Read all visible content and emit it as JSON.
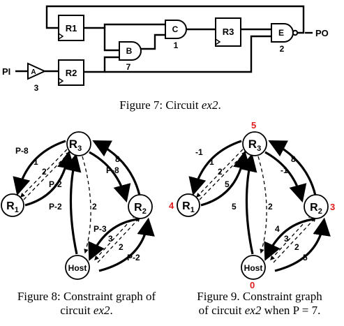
{
  "circuit": {
    "blocks": {
      "r1": "R1",
      "r2": "R2",
      "r3": "R3",
      "b": "B",
      "c": "C",
      "e": "E",
      "a": "A"
    },
    "io": {
      "pi": "PI",
      "po": "PO"
    },
    "delays": {
      "a": "3",
      "b": "7",
      "c": "1",
      "e": "2"
    }
  },
  "captions": {
    "fig7": {
      "prefix": "Figure 7: Circuit ",
      "name": "ex2",
      "suffix": "."
    },
    "fig8": {
      "line1": "Figure 8: Constraint graph of",
      "line2_prefix": "circuit ",
      "name": "ex2",
      "line2_suffix": "."
    },
    "fig9": {
      "line1": "Figure 9. Constraint graph",
      "line2_prefix": "of circuit ",
      "name": "ex2",
      "line2_suffix": " when P = 7."
    }
  },
  "graph8": {
    "nodes": {
      "r3": "R3",
      "r1": "R1",
      "r2": "R2",
      "host": "Host"
    },
    "edges": {
      "r3_r1_solid": "P-8",
      "r3_r1_dash": "1",
      "r1_r3_dash": "2",
      "r1_r3_solid": "P-2",
      "r2_r3_solid": "8",
      "r3_r2_solid": "P-8",
      "host_r3_solid": "P-2",
      "r3_host_dash": "2",
      "r2_host_solid": "P-3",
      "d1": "3",
      "d2": "2",
      "host_r2_solid": "P-2"
    }
  },
  "graph9": {
    "nodes": {
      "r3": "R3",
      "r1": "R1",
      "r2": "R2",
      "host": "Host"
    },
    "potentials": {
      "r3": "5",
      "r1": "4",
      "r2": "3",
      "host": "0"
    },
    "edges": {
      "r3_r1_solid": "-1",
      "r3_r1_dash": "1",
      "r1_r3_dash": "2",
      "r1_r3_solid": "5",
      "r2_r3_solid": "8",
      "r3_r2_solid": "-1",
      "host_r3_solid": "5",
      "r3_host_dash": "2",
      "r2_host_solid": "4",
      "d1": "3",
      "d2": "2",
      "host_r2_solid": "5"
    }
  }
}
